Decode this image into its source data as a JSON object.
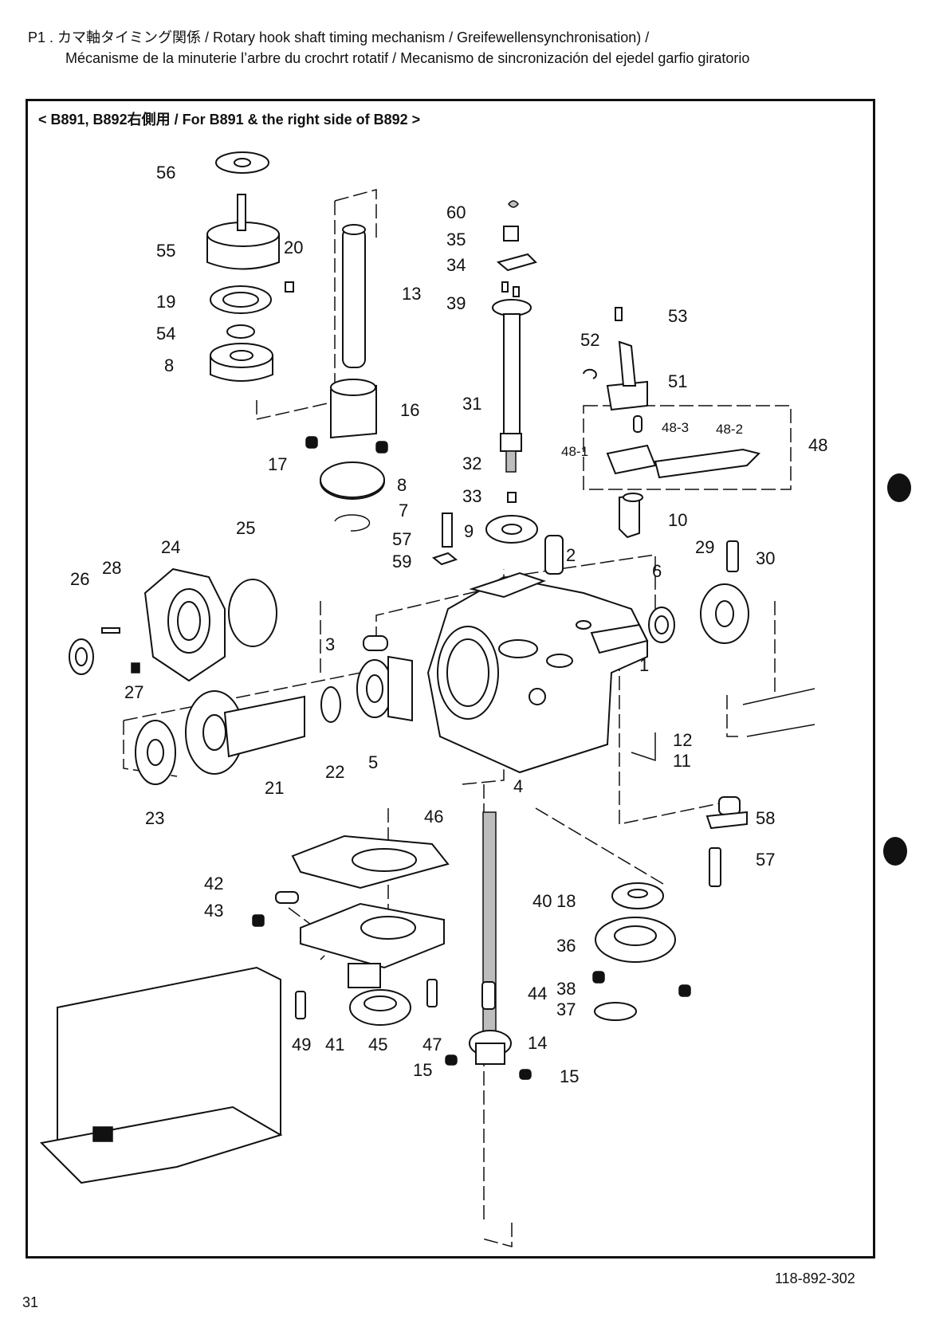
{
  "header": {
    "line1": "P1 . カマ軸タイミング関係 / Rotary hook shaft timing mechanism / Greifewellensynchronisation) /",
    "line2": "Mécanisme de la minuterie l’arbre du crochrt rotatif / Mecanismo de sincronización del ejedel garfio giratorio"
  },
  "subtitle": "< B891, B892右側用 / For B891 & the right side of B892 >",
  "drawing_code": "118-892-302",
  "page_number": "31",
  "part_numbers": [
    "56",
    "55",
    "20",
    "19",
    "54",
    "8",
    "13",
    "16",
    "17",
    "8",
    "7",
    "60",
    "35",
    "34",
    "39",
    "31",
    "32",
    "33",
    "57",
    "59",
    "9",
    "2",
    "53",
    "52",
    "51",
    "48-3",
    "48-2",
    "48",
    "48-1",
    "10",
    "29",
    "30",
    "6",
    "25",
    "24",
    "28",
    "26",
    "27",
    "3",
    "1",
    "22",
    "5",
    "21",
    "23",
    "4",
    "12",
    "11",
    "58",
    "57",
    "46",
    "42",
    "43",
    "40",
    "18",
    "36",
    "38",
    "37",
    "44",
    "14",
    "15",
    "15",
    "49",
    "41",
    "45",
    "47"
  ]
}
